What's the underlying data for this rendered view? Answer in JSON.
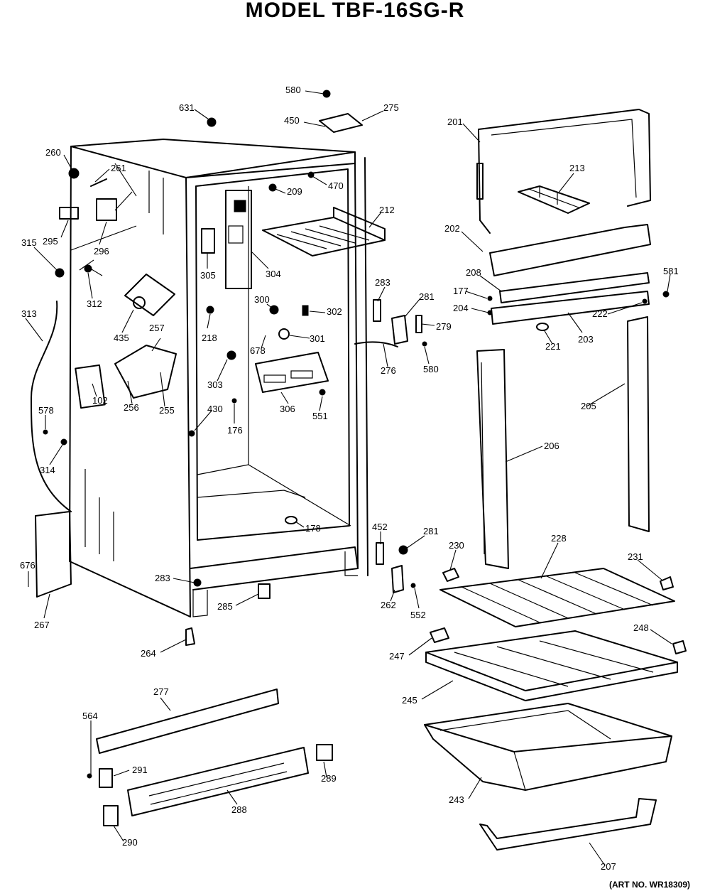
{
  "title": "MODEL TBF-16SG-R",
  "art_number": "(ART NO. WR18309)",
  "part_labels": [
    "580",
    "275",
    "450",
    "631",
    "201",
    "260",
    "261",
    "470",
    "209",
    "212",
    "213",
    "202",
    "208",
    "581",
    "177",
    "222",
    "204",
    "203",
    "221",
    "283",
    "281",
    "279",
    "580",
    "276",
    "295",
    "296",
    "315",
    "305",
    "304",
    "300",
    "302",
    "312",
    "435",
    "218",
    "301",
    "257",
    "678",
    "313",
    "306",
    "551",
    "303",
    "255",
    "256",
    "102",
    "430",
    "176",
    "578",
    "314",
    "205",
    "206",
    "452",
    "281",
    "178",
    "230",
    "228",
    "231",
    "676",
    "283",
    "262",
    "552",
    "285",
    "267",
    "264",
    "248",
    "247",
    "245",
    "277",
    "564",
    "243",
    "291",
    "289",
    "288",
    "290",
    "207"
  ]
}
